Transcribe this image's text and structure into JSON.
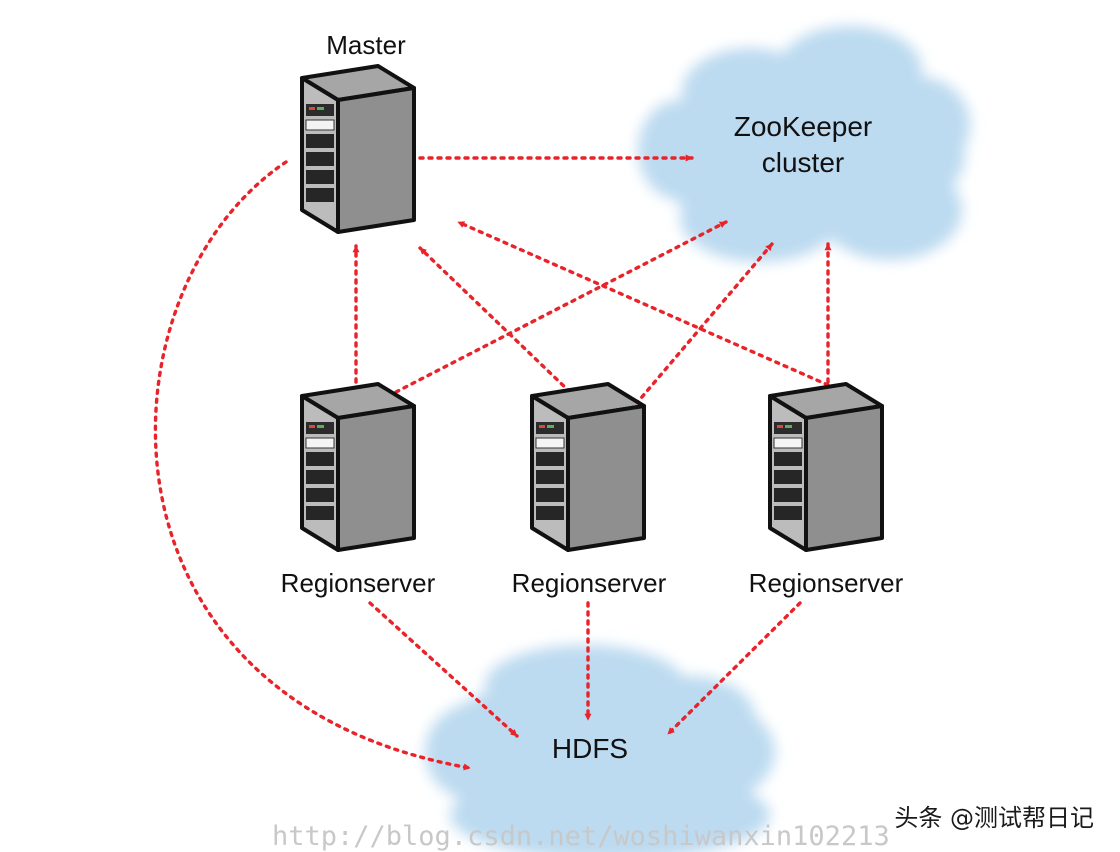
{
  "nodes": {
    "master": {
      "label": "Master"
    },
    "zookeeper": {
      "label_line1": "ZooKeeper",
      "label_line2": "cluster"
    },
    "regionservers": [
      {
        "label": "Regionserver"
      },
      {
        "label": "Regionserver"
      },
      {
        "label": "Regionserver"
      }
    ],
    "hdfs": {
      "label": "HDFS"
    }
  },
  "watermark": "http://blog.csdn.net/woshiwanxin102213",
  "credit": "头条 @测试帮日记",
  "colors": {
    "arrow": "#e8232a",
    "cloud_fill": "#bcdaf0",
    "server_side": "#8f8f8f",
    "server_front": "#bcbcbc",
    "server_top": "#a6a6a6"
  }
}
